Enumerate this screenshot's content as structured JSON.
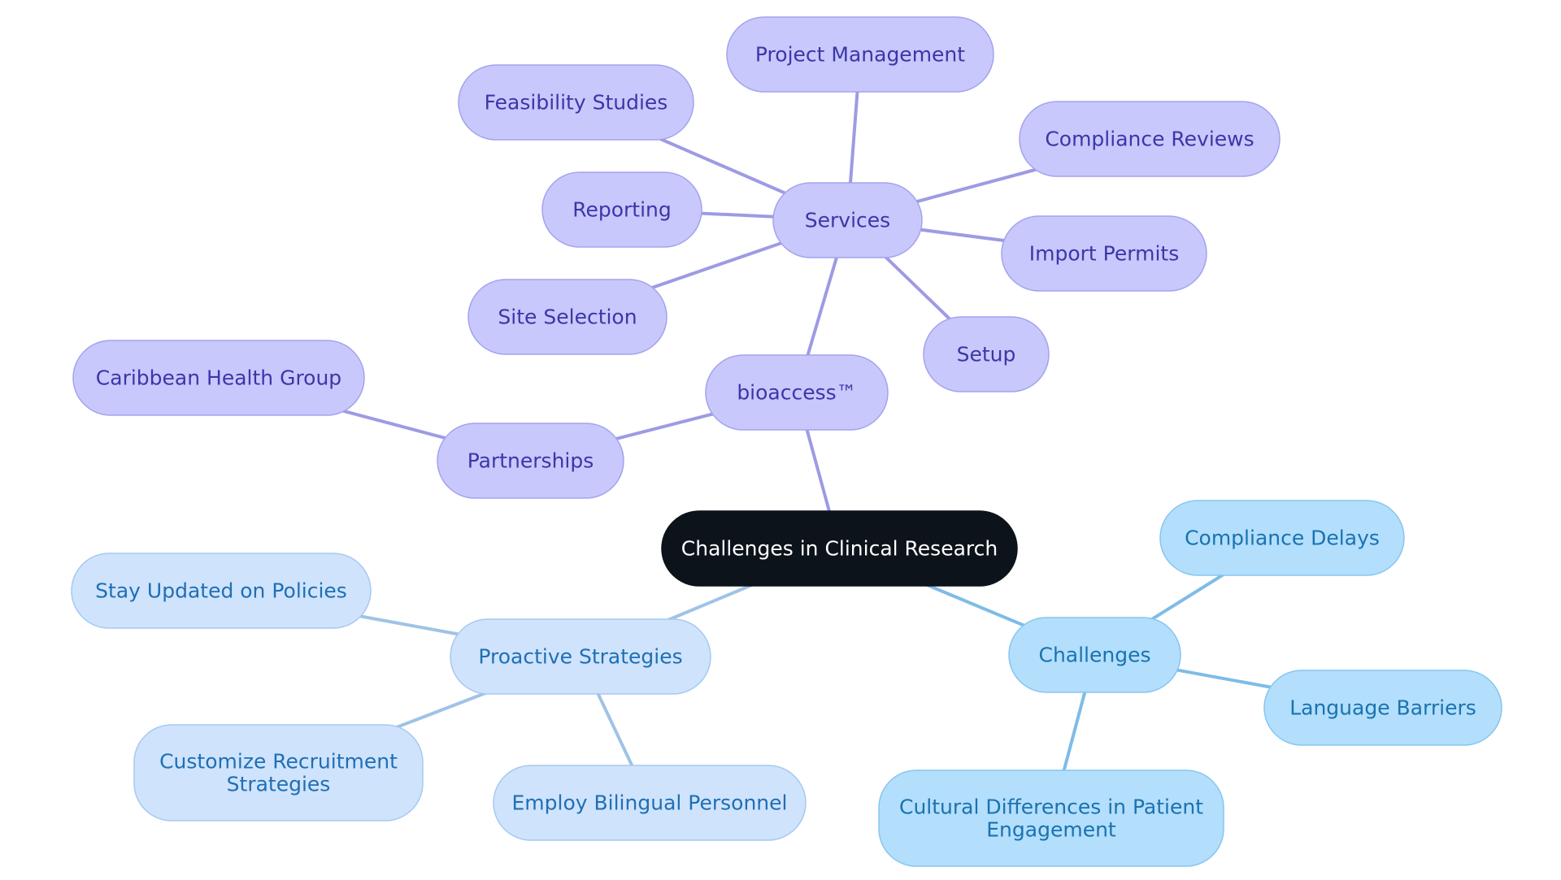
{
  "colors": {
    "root_fill": "#0d131b",
    "root_stroke": "#0d131b",
    "root_text": "#ffffff",
    "purple_fill": "#c8c8fc",
    "purple_stroke": "#a3a3ee",
    "purple_text": "#3b37a8",
    "purple_edge": "#9d9be3",
    "lightblue_fill": "#cfe3fc",
    "lightblue_stroke": "#a6c9f0",
    "lightblue_text": "#1f6fb5",
    "lightblue_edge": "#9fc3e6",
    "skyblue_fill": "#b3defc",
    "skyblue_stroke": "#87c6ee",
    "skyblue_text": "#1a73b0",
    "skyblue_edge": "#7ebce6"
  },
  "nodes": {
    "root": {
      "lines": [
        "Challenges in Clinical Research"
      ],
      "theme": "root"
    },
    "bioaccess": {
      "lines": [
        "bioaccess™"
      ],
      "theme": "purple"
    },
    "services": {
      "lines": [
        "Services"
      ],
      "theme": "purple"
    },
    "project_management": {
      "lines": [
        "Project Management"
      ],
      "theme": "purple"
    },
    "feasibility_studies": {
      "lines": [
        "Feasibility Studies"
      ],
      "theme": "purple"
    },
    "compliance_reviews": {
      "lines": [
        "Compliance Reviews"
      ],
      "theme": "purple"
    },
    "reporting": {
      "lines": [
        "Reporting"
      ],
      "theme": "purple"
    },
    "import_permits": {
      "lines": [
        "Import Permits"
      ],
      "theme": "purple"
    },
    "site_selection": {
      "lines": [
        "Site Selection"
      ],
      "theme": "purple"
    },
    "setup": {
      "lines": [
        "Setup"
      ],
      "theme": "purple"
    },
    "partnerships": {
      "lines": [
        "Partnerships"
      ],
      "theme": "purple"
    },
    "caribbean_health_group": {
      "lines": [
        "Caribbean Health Group"
      ],
      "theme": "purple"
    },
    "proactive_strategies": {
      "lines": [
        "Proactive Strategies"
      ],
      "theme": "lightblue"
    },
    "stay_updated": {
      "lines": [
        "Stay Updated on Policies"
      ],
      "theme": "lightblue"
    },
    "customize_recruitment": {
      "lines": [
        "Customize Recruitment",
        "Strategies"
      ],
      "theme": "lightblue"
    },
    "employ_bilingual": {
      "lines": [
        "Employ Bilingual Personnel"
      ],
      "theme": "lightblue"
    },
    "challenges": {
      "lines": [
        "Challenges"
      ],
      "theme": "skyblue"
    },
    "compliance_delays": {
      "lines": [
        "Compliance Delays"
      ],
      "theme": "skyblue"
    },
    "language_barriers": {
      "lines": [
        "Language Barriers"
      ],
      "theme": "skyblue"
    },
    "cultural_differences": {
      "lines": [
        "Cultural Differences in Patient",
        "Engagement"
      ],
      "theme": "skyblue"
    }
  },
  "edges": [
    {
      "from": "root",
      "to": "bioaccess",
      "theme": "purple"
    },
    {
      "from": "bioaccess",
      "to": "services",
      "theme": "purple"
    },
    {
      "from": "bioaccess",
      "to": "partnerships",
      "theme": "purple"
    },
    {
      "from": "services",
      "to": "project_management",
      "theme": "purple"
    },
    {
      "from": "services",
      "to": "feasibility_studies",
      "theme": "purple"
    },
    {
      "from": "services",
      "to": "compliance_reviews",
      "theme": "purple"
    },
    {
      "from": "services",
      "to": "reporting",
      "theme": "purple"
    },
    {
      "from": "services",
      "to": "import_permits",
      "theme": "purple"
    },
    {
      "from": "services",
      "to": "site_selection",
      "theme": "purple"
    },
    {
      "from": "services",
      "to": "setup",
      "theme": "purple"
    },
    {
      "from": "partnerships",
      "to": "caribbean_health_group",
      "theme": "purple"
    },
    {
      "from": "root",
      "to": "proactive_strategies",
      "theme": "lightblue"
    },
    {
      "from": "proactive_strategies",
      "to": "stay_updated",
      "theme": "lightblue"
    },
    {
      "from": "proactive_strategies",
      "to": "customize_recruitment",
      "theme": "lightblue"
    },
    {
      "from": "proactive_strategies",
      "to": "employ_bilingual",
      "theme": "lightblue"
    },
    {
      "from": "root",
      "to": "challenges",
      "theme": "skyblue"
    },
    {
      "from": "challenges",
      "to": "compliance_delays",
      "theme": "skyblue"
    },
    {
      "from": "challenges",
      "to": "language_barriers",
      "theme": "skyblue"
    },
    {
      "from": "challenges",
      "to": "cultural_differences",
      "theme": "skyblue"
    }
  ]
}
